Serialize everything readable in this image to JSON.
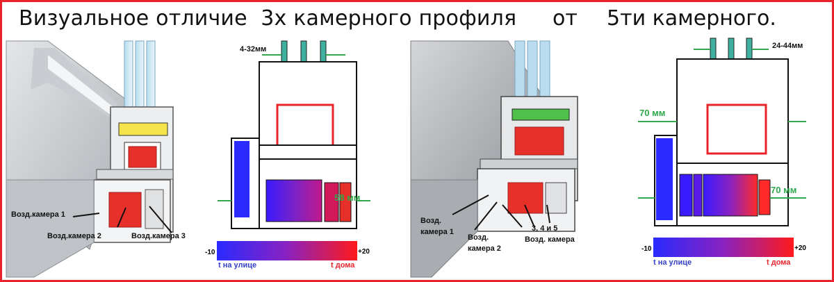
{
  "title": {
    "part1": "Визуальное отличие  3х камерного профиля",
    "part2": "от",
    "part3": "5ти камерного."
  },
  "three_chamber": {
    "photo_labels": {
      "cam1": "Возд.камера 1",
      "cam2": "Возд.камера 2",
      "cam3": "Возд.камера 3"
    },
    "glass_width": "4-32мм",
    "profile_depth": "58 мм",
    "scale": {
      "min": "-10",
      "max": "+20",
      "outside": "t на улице",
      "inside": "t дома"
    }
  },
  "five_chamber": {
    "photo_labels": {
      "cam1_line1": "Возд.",
      "cam1_line2": "камера 1",
      "cam2_line1": "Возд.",
      "cam2_line2": "камера 2",
      "cam345_line1": "3, 4 и 5",
      "cam345_line2": "Возд. камера"
    },
    "glass_width": "24-44мм",
    "frame_depth": "70 мм",
    "sash_depth": "70 мм",
    "scale": {
      "min": "-10",
      "max": "+20",
      "outside": "t на улице",
      "inside": "t дома"
    }
  },
  "colors": {
    "border": "#e8242a",
    "cold": "#2a2aff",
    "warm": "#ff1a1a",
    "dimension_green": "#2ea84a",
    "outside_text": "#3340c8",
    "inside_text": "#e8242a"
  }
}
